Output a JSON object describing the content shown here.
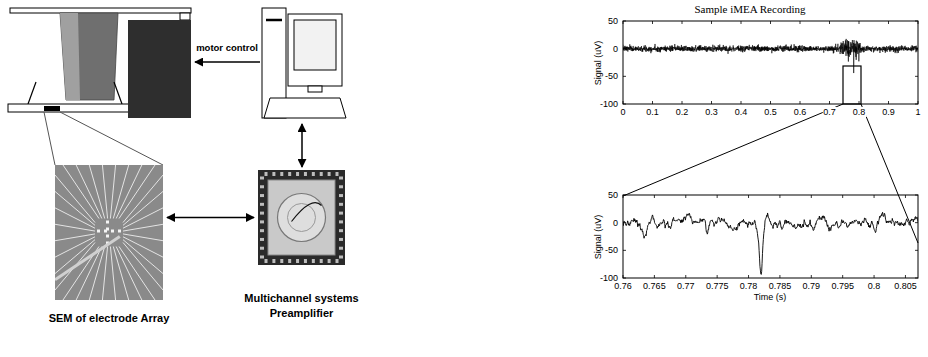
{
  "diagram": {
    "nodes": [
      {
        "text": [
          "SEM of electrode Array"
        ]
      },
      {
        "text": [
          "Multichannel systems Preamplifier"
        ]
      }
    ],
    "edges": [
      {
        "from": 0,
        "to": 1,
        "arrow": "both"
      }
    ],
    "labels": [
      "motor control",
      "Sample iMEA Recording",
      "Signal (uV)",
      "50",
      "0",
      "-50",
      "-100",
      "0",
      "0.1",
      "0.2",
      "0.3",
      "0.4",
      "0.5",
      "0.6",
      "0.7",
      "0.8",
      "0.9",
      "1",
      "Signal (uV)",
      "50",
      "0",
      "-50",
      "-100",
      "0.76",
      "0.765",
      "0.77",
      "0.775",
      "0.78",
      "0.785",
      "0.79",
      "0.795",
      "0.8",
      "0.805",
      "Time (s)"
    ]
  }
}
